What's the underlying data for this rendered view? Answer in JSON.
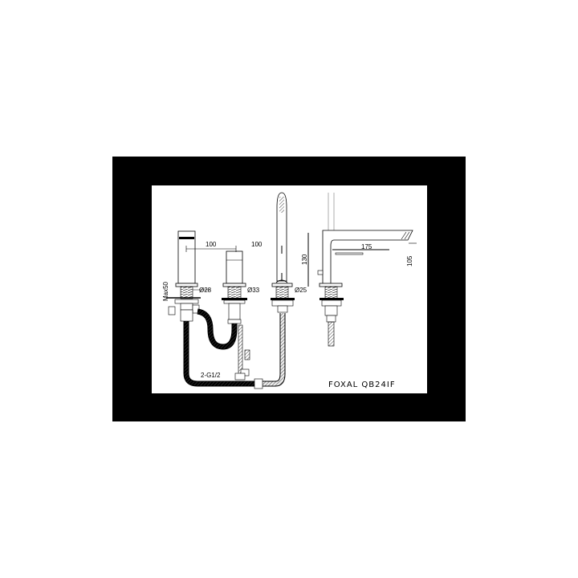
{
  "drawing": {
    "model_label": "FOXAL QB24IF",
    "colors": {
      "frame": "#000000",
      "paper": "#ffffff",
      "line": "#000000",
      "hatch": "#555555"
    },
    "dimensions": {
      "spacing_left": "100",
      "spacing_right": "100",
      "diameter_1": "Ø28",
      "diameter_2": "Ø33",
      "diameter_3": "Ø25",
      "deck_thickness": "Max50",
      "height_total": "130",
      "spout_reach": "175",
      "spout_height": "105",
      "connection": "2-G1/2"
    }
  }
}
